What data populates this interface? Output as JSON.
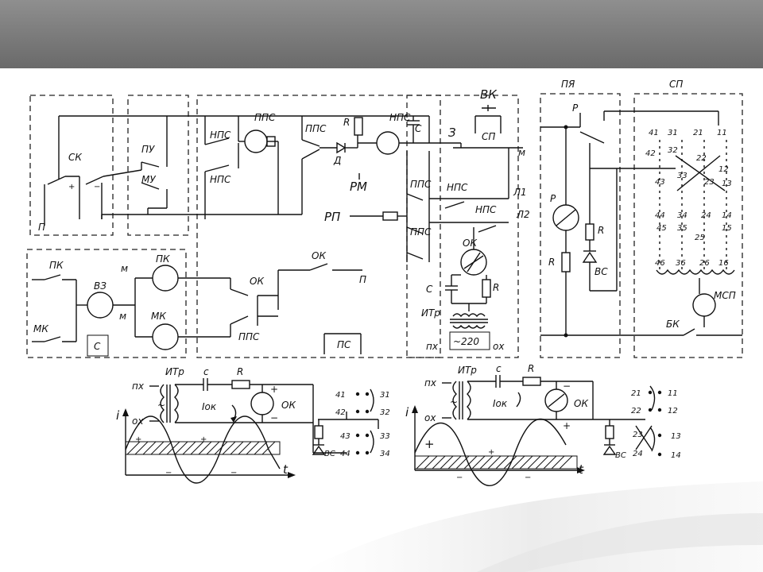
{
  "blocks": {
    "sk": "СК",
    "pu": "ПУ",
    "mu": "МУ",
    "p1": "П",
    "pk_block": "ПК",
    "mk": "МК",
    "vz": "ВЗ",
    "c_block": "С",
    "pk": "ПК",
    "mk2": "МК",
    "m1": "м",
    "m2": "м",
    "nps1": "НПС",
    "nps2": "НПС",
    "pps1": "ППС",
    "pps2": "ППС",
    "r1": "R",
    "d": "Д",
    "nps3": "НПС",
    "c1": "С",
    "rm": "РМ",
    "rp": "РП",
    "ok1": "ОК",
    "p2": "П",
    "ok2": "ОК",
    "pps3": "ППС",
    "ps": "ПС",
    "z": "З",
    "vk": "ВК",
    "sp": "СП",
    "m3": "м",
    "pps4": "ППС",
    "nps4": "НПС",
    "nps5": "НПС",
    "pps5": "ППС",
    "l1": "Л1",
    "l2": "Л2",
    "ok3": "ОК",
    "c2": "С",
    "r2": "R",
    "itr": "ИТр",
    "px": "пх",
    "v220": "~220",
    "ox": "ох",
    "pya": "ПЯ",
    "p_relay": "Р",
    "p_coil": "Р",
    "r3": "R",
    "r4": "R",
    "vs": "ВС",
    "sp_block": "СП",
    "msp": "МСП",
    "bk": "БК",
    "c41": "41",
    "c31": "31",
    "c21": "21",
    "c11": "11",
    "c42": "42",
    "c32": "32",
    "c22": "22",
    "c12": "12",
    "c43": "43",
    "c33": "33",
    "c23": "23",
    "c13": "13",
    "c44": "44",
    "c34": "34",
    "c24": "24",
    "c14": "14",
    "c45": "45",
    "c35": "35",
    "c25": "25",
    "c15": "15",
    "c46": "46",
    "c36": "36",
    "c26": "26",
    "c16": "16"
  },
  "sub_left": {
    "i": "i",
    "px": "пх",
    "itr": "ИТр",
    "c": "с",
    "r": "R",
    "tilde": "~",
    "ox": "ох",
    "iok": "Iок",
    "ok": "ОК",
    "plus": "+",
    "minus": "−",
    "t": "t",
    "c41": "41",
    "c42": "42",
    "c31": "31",
    "c32": "32",
    "c43": "43",
    "c44": "44",
    "c33": "33",
    "c34": "34",
    "vs": "ВС"
  },
  "sub_right": {
    "i": "i",
    "px": "пх",
    "itr": "ИТр",
    "c": "с",
    "r": "R",
    "tilde": "~",
    "ox": "ох",
    "iok": "Iок",
    "ok": "ОК",
    "plus": "+",
    "minus": "−",
    "t": "t",
    "c21": "21",
    "c22": "22",
    "c23": "23",
    "c24": "24",
    "c11": "11",
    "c12": "12",
    "c13": "13",
    "c14": "14",
    "vs": "ВС"
  },
  "colors": {
    "header": "#7a7a7a",
    "ink": "#111111",
    "background": "#ffffff"
  }
}
